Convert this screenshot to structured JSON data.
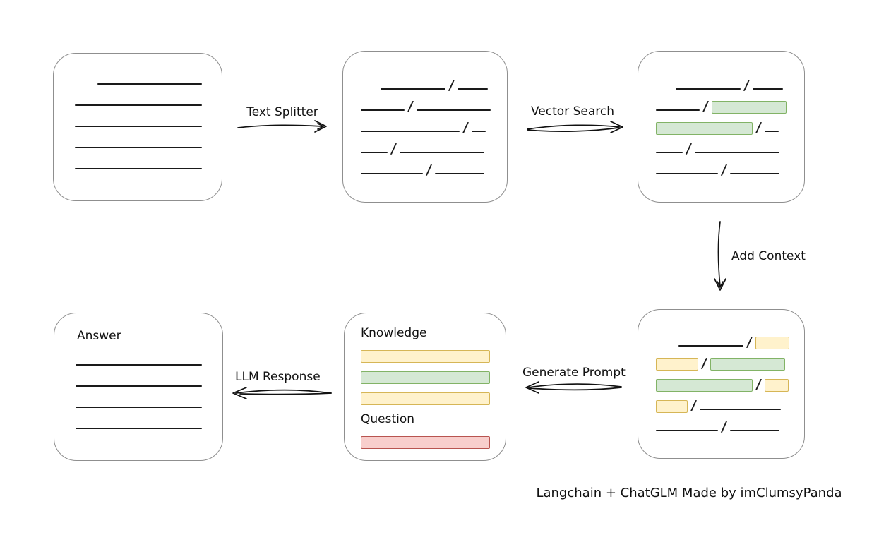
{
  "caption": "Langchain + ChatGLM Made by imClumsyPanda",
  "slash_char": "/",
  "labels": {
    "text_splitter": "Text Splitter",
    "vector_search": "Vector Search",
    "add_context": "Add Context",
    "generate_prompt": "Generate Prompt",
    "llm_response": "LLM Response"
  },
  "colors": {
    "green_fill": "#d5e8d4",
    "green_border": "#82b366",
    "yellow_fill": "#fff2cc",
    "yellow_border": "#d6b656",
    "red_fill": "#f8cecc",
    "red_border": "#b85450",
    "box_border": "#8f8f8f",
    "ink": "#1a1a1a"
  },
  "boxes": {
    "document": {
      "lines": [
        {
          "indent": 32,
          "w": 148
        },
        {
          "w": 180
        },
        {
          "w": 180
        },
        {
          "w": 180
        },
        {
          "w": 180
        }
      ]
    },
    "chunks": {
      "rows": [
        [
          {
            "t": "indent",
            "w": 28
          },
          {
            "t": "line",
            "w": 92
          },
          {
            "t": "slash"
          },
          {
            "t": "line",
            "w": 43
          }
        ],
        [
          {
            "t": "line",
            "w": 62
          },
          {
            "t": "slash"
          },
          {
            "t": "line",
            "w": 105
          }
        ],
        [
          {
            "t": "line",
            "w": 140
          },
          {
            "t": "slash"
          },
          {
            "t": "line",
            "w": 20
          }
        ],
        [
          {
            "t": "line",
            "w": 38
          },
          {
            "t": "slash"
          },
          {
            "t": "line",
            "w": 120
          }
        ],
        [
          {
            "t": "line",
            "w": 88
          },
          {
            "t": "slash"
          },
          {
            "t": "line",
            "w": 70
          }
        ]
      ]
    },
    "retrieved": {
      "rows": [
        [
          {
            "t": "indent",
            "w": 28
          },
          {
            "t": "line",
            "w": 92
          },
          {
            "t": "slash"
          },
          {
            "t": "line",
            "w": 43
          }
        ],
        [
          {
            "t": "line",
            "w": 62
          },
          {
            "t": "slash"
          },
          {
            "t": "green",
            "w": 106
          }
        ],
        [
          {
            "t": "green",
            "w": 137
          },
          {
            "t": "slash"
          },
          {
            "t": "line",
            "w": 20
          }
        ],
        [
          {
            "t": "line",
            "w": 38
          },
          {
            "t": "slash"
          },
          {
            "t": "line",
            "w": 120
          }
        ],
        [
          {
            "t": "line",
            "w": 88
          },
          {
            "t": "slash"
          },
          {
            "t": "line",
            "w": 70
          }
        ]
      ]
    },
    "context": {
      "rows": [
        [
          {
            "t": "indent",
            "w": 32
          },
          {
            "t": "line",
            "w": 92
          },
          {
            "t": "slash"
          },
          {
            "t": "yellow",
            "w": 48
          }
        ],
        [
          {
            "t": "yellow",
            "w": 60
          },
          {
            "t": "slash"
          },
          {
            "t": "green",
            "w": 106
          }
        ],
        [
          {
            "t": "green",
            "w": 137
          },
          {
            "t": "slash"
          },
          {
            "t": "yellow",
            "w": 34
          }
        ],
        [
          {
            "t": "yellow",
            "w": 45
          },
          {
            "t": "slash"
          },
          {
            "t": "line",
            "w": 115
          }
        ],
        [
          {
            "t": "line",
            "w": 88
          },
          {
            "t": "slash"
          },
          {
            "t": "line",
            "w": 70
          }
        ]
      ]
    },
    "prompt": {
      "knowledge_label": "Knowledge",
      "question_label": "Question",
      "knowledge_bars": [
        [
          {
            "t": "yellow",
            "w": 183
          }
        ],
        [
          {
            "t": "green",
            "w": 183
          }
        ],
        [
          {
            "t": "yellow",
            "w": 183
          }
        ]
      ],
      "question_bars": [
        [
          {
            "t": "red",
            "w": 183
          }
        ]
      ]
    },
    "answer": {
      "label": "Answer",
      "lines": [
        {
          "w": 179
        },
        {
          "w": 179
        },
        {
          "w": 179
        },
        {
          "w": 179
        }
      ]
    }
  }
}
